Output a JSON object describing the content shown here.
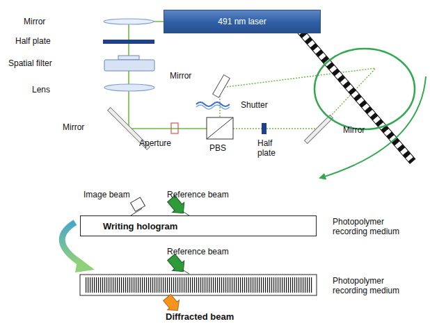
{
  "diagram": {
    "nodes": [
      {
        "text": [
          "491 nm laser"
        ]
      },
      {
        "text": [
          "Writing hologram"
        ]
      }
    ],
    "labels": [
      "Mirror",
      "Half plate",
      "Spatial filter",
      "Lens",
      "Mirror",
      "Mirror",
      "Shutter",
      "Aperture",
      "PBS",
      "Half plate",
      "Mirror",
      "Image beam",
      "Reference beam",
      "Photopolymer recording medium",
      "Reference beam",
      "Photopolymer recording medium",
      "Diffracted beam"
    ]
  }
}
